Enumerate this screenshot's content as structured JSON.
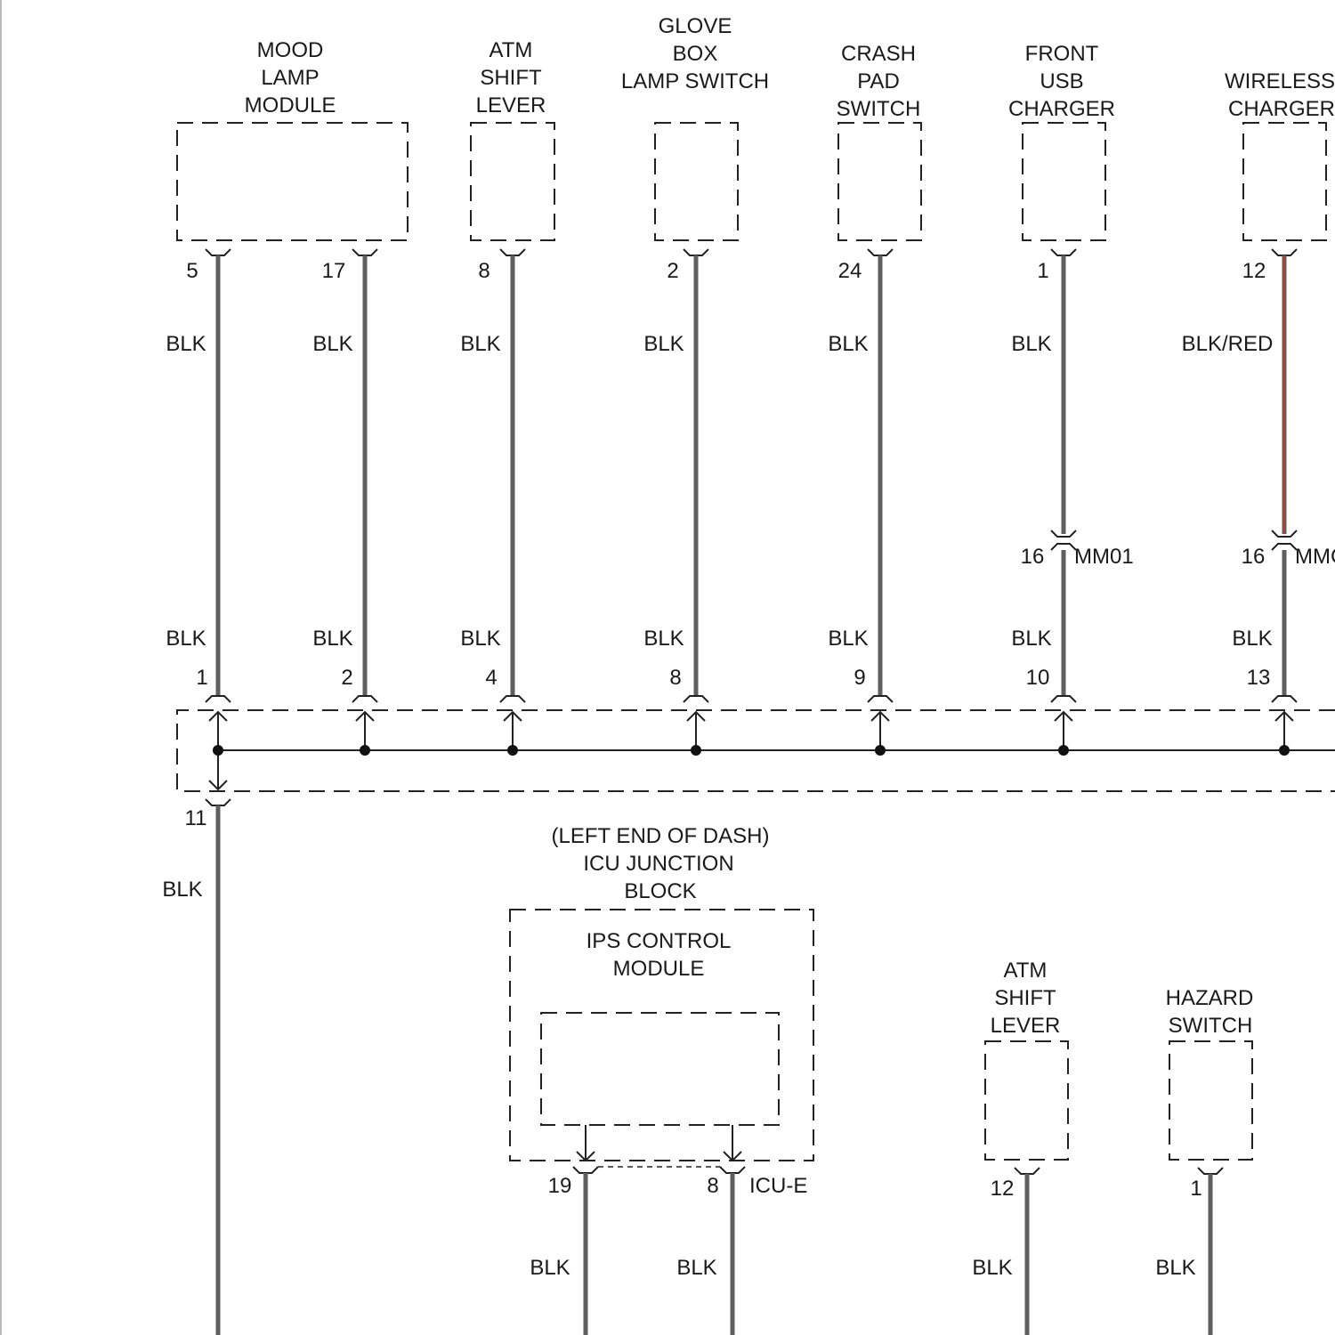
{
  "colors": {
    "blk": "#5f5f5f",
    "red_tracer": "#c0392b",
    "line": "#222222"
  },
  "components": {
    "mood_lamp": {
      "title": [
        "MOOD",
        "LAMP",
        "MODULE"
      ],
      "pins": [
        "5",
        "17"
      ]
    },
    "atm_shift_top": {
      "title": [
        "ATM",
        "SHIFT",
        "LEVER"
      ],
      "pin": "8"
    },
    "glove_box": {
      "title": [
        "GLOVE",
        "BOX",
        "LAMP SWITCH"
      ],
      "pin": "2"
    },
    "crash_pad": {
      "title": [
        "CRASH",
        "PAD",
        "SWITCH"
      ],
      "pin": "24"
    },
    "front_usb": {
      "title": [
        "FRONT",
        "USB",
        "CHARGER"
      ],
      "pin": "1"
    },
    "wireless": {
      "title": [
        "WIRELESS",
        "CHARGER"
      ],
      "pin": "12"
    }
  },
  "wire_labels_upper": [
    "BLK",
    "BLK",
    "BLK",
    "BLK",
    "BLK",
    "BLK",
    "BLK/RED"
  ],
  "wire_labels_lower": [
    "BLK",
    "BLK",
    "BLK",
    "BLK",
    "BLK",
    "BLK",
    "BLK"
  ],
  "inline_connector": {
    "pin_usb": "16",
    "pin_wireless": "16",
    "name_usb": "MM01",
    "name_wireless": "MMC"
  },
  "splice_pins": [
    "1",
    "2",
    "4",
    "8",
    "9",
    "10",
    "13"
  ],
  "splice_out": {
    "pin": "11",
    "wire": "BLK"
  },
  "icu": {
    "location": "(LEFT END OF DASH)",
    "title": [
      "ICU JUNCTION",
      "BLOCK"
    ],
    "module": [
      "IPS CONTROL",
      "MODULE"
    ],
    "pins": [
      "19",
      "8"
    ],
    "connector": "ICU-E",
    "wires": [
      "BLK",
      "BLK"
    ]
  },
  "atm_shift_bottom": {
    "title": [
      "ATM",
      "SHIFT",
      "LEVER"
    ],
    "pin": "12",
    "wire": "BLK"
  },
  "hazard": {
    "title": [
      "HAZARD",
      "SWITCH"
    ],
    "pin": "1",
    "wire": "BLK"
  }
}
